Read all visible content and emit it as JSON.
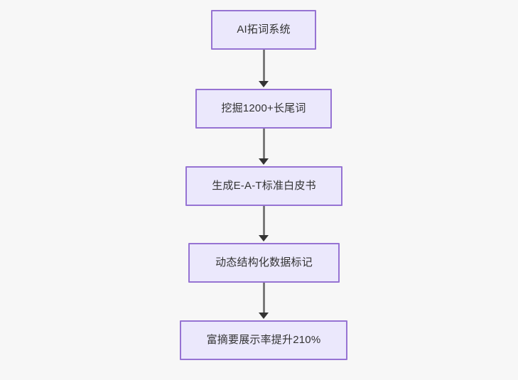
{
  "diagram": {
    "type": "flowchart",
    "orientation": "top-to-bottom",
    "background_color": "#f7f7f7",
    "node_fill_color": "#ebe8fc",
    "node_border_color": "#9673d3",
    "node_text_color": "#333333",
    "connector_color": "#7a7a7a",
    "arrowhead_color": "#333333",
    "nodes": [
      {
        "id": "n0",
        "label": "AI拓词系统"
      },
      {
        "id": "n1",
        "label": "挖掘1200+长尾词"
      },
      {
        "id": "n2",
        "label": "生成E-A-T标准白皮书"
      },
      {
        "id": "n3",
        "label": "动态结构化数据标记"
      },
      {
        "id": "n4",
        "label": "富摘要展示率提升210%"
      }
    ],
    "edges": [
      {
        "from": "n0",
        "to": "n1",
        "label": ""
      },
      {
        "from": "n1",
        "to": "n2",
        "label": ""
      },
      {
        "from": "n2",
        "to": "n3",
        "label": ""
      },
      {
        "from": "n3",
        "to": "n4",
        "label": ""
      }
    ]
  }
}
